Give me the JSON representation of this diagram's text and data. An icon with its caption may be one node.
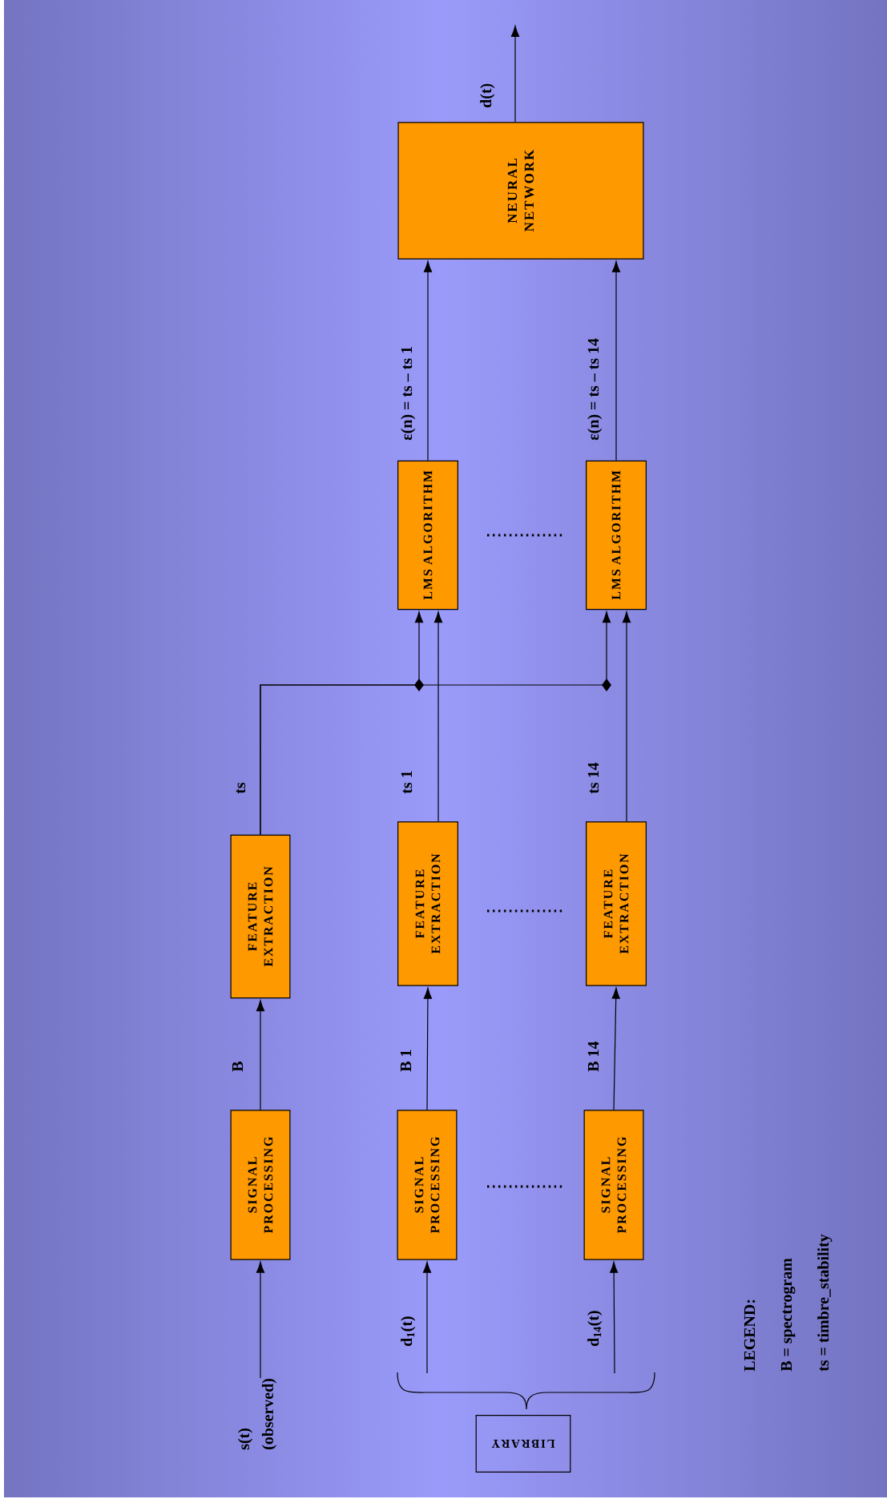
{
  "diagram": {
    "nodes": [
      {
        "text": [
          "NEURAL NETWORK"
        ]
      },
      {
        "text": [
          "LMS ALGORITHM"
        ]
      },
      {
        "text": [
          "LMS ALGORITHM"
        ]
      },
      {
        "text": [
          "FEATURE EXTRACTION"
        ]
      },
      {
        "text": [
          "FEATURE EXTRACTION"
        ]
      },
      {
        "text": [
          "FEATURE EXTRACTION"
        ]
      },
      {
        "text": [
          "SIGNAL PROCESSING"
        ]
      },
      {
        "text": [
          "SIGNAL PROCESSING"
        ]
      },
      {
        "text": [
          "SIGNAL PROCESSING"
        ]
      },
      {
        "text": [
          "LIBRARY"
        ]
      },
      {
        "text": [
          "s(t)",
          "(observed)"
        ]
      }
    ],
    "edges": [
      {
        "from": 10,
        "to": 6,
        "arrow": "to"
      },
      {
        "from": 9,
        "to": 7,
        "arrow": "to",
        "label": "d$_{1}$(t)"
      },
      {
        "from": 9,
        "to": 8,
        "arrow": "to",
        "label": "d$_{14}$(t)"
      },
      {
        "from": 6,
        "to": 3,
        "arrow": "to",
        "label": "B"
      },
      {
        "from": 7,
        "to": 4,
        "arrow": "to",
        "label": "B 1"
      },
      {
        "from": 8,
        "to": 5,
        "arrow": "to",
        "label": "B 14"
      },
      {
        "from": 3,
        "to": 1,
        "arrow": "to",
        "label": "ts"
      },
      {
        "from": 3,
        "to": 2,
        "arrow": "to"
      },
      {
        "from": 4,
        "to": 1,
        "arrow": "to",
        "label": "ts 1"
      },
      {
        "from": 5,
        "to": 2,
        "arrow": "to",
        "label": "ts 14"
      },
      {
        "from": 1,
        "to": 0,
        "arrow": "to",
        "label": "ε(n) = ts – ts 1"
      },
      {
        "from": 2,
        "to": 0,
        "arrow": "to",
        "label": "ε(n) = ts – ts 14"
      },
      {
        "from": 0,
        "to": null,
        "arrow": "to",
        "label": "d(t)"
      }
    ],
    "labels": [
      "LEGEND:",
      "B = spectrogram",
      "ts = timbre_stability"
    ]
  }
}
